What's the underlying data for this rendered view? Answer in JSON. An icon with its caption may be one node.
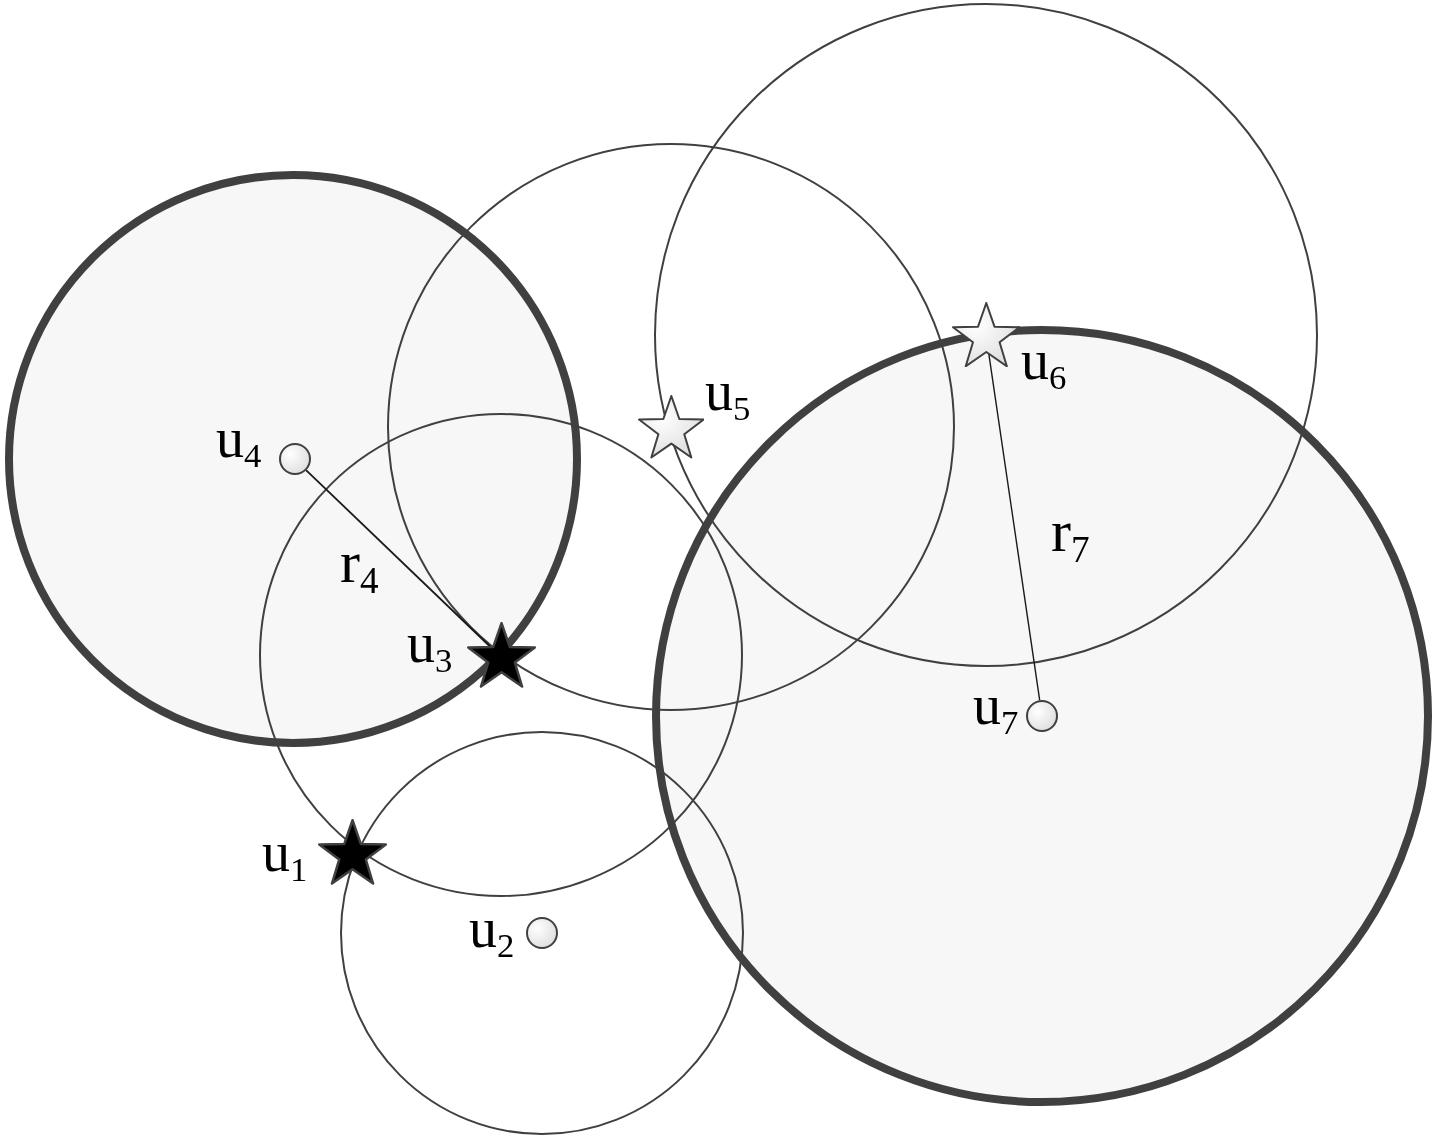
{
  "diagram": {
    "nodes": [
      {
        "text": [],
        "shape": "circle"
      },
      {
        "text": [],
        "shape": "circle"
      },
      {
        "text": [],
        "shape": "circle"
      },
      {
        "text": [],
        "shape": "circle"
      },
      {
        "text": [],
        "shape": "circle"
      },
      {
        "text": [],
        "shape": "circle"
      },
      {
        "text": [],
        "shape": "star",
        "beside": [
          "u$_{1}$"
        ]
      },
      {
        "text": [],
        "shape": "circle",
        "beside": [
          "u$_{2}$"
        ],
        "in": 2
      },
      {
        "text": [],
        "shape": "star",
        "beside": [
          "u$_{3}$"
        ],
        "in": 1
      },
      {
        "text": [],
        "shape": "circle",
        "beside": [
          "u$_{4}$"
        ],
        "in": 0
      },
      {
        "text": [],
        "shape": "star",
        "beside": [
          "u$_{5}$"
        ],
        "in": 3
      },
      {
        "text": [],
        "shape": "star",
        "beside": [
          "u$_{6}$"
        ],
        "in": 4
      },
      {
        "text": [],
        "shape": "circle",
        "beside": [
          "u$_{7}$"
        ],
        "in": 5
      }
    ],
    "edges": [
      {
        "from": 9,
        "to": 8,
        "arrow": "none",
        "label": "r$_{4}$"
      },
      {
        "from": 12,
        "to": 11,
        "arrow": "none",
        "label": "r$_{7}$"
      }
    ]
  }
}
